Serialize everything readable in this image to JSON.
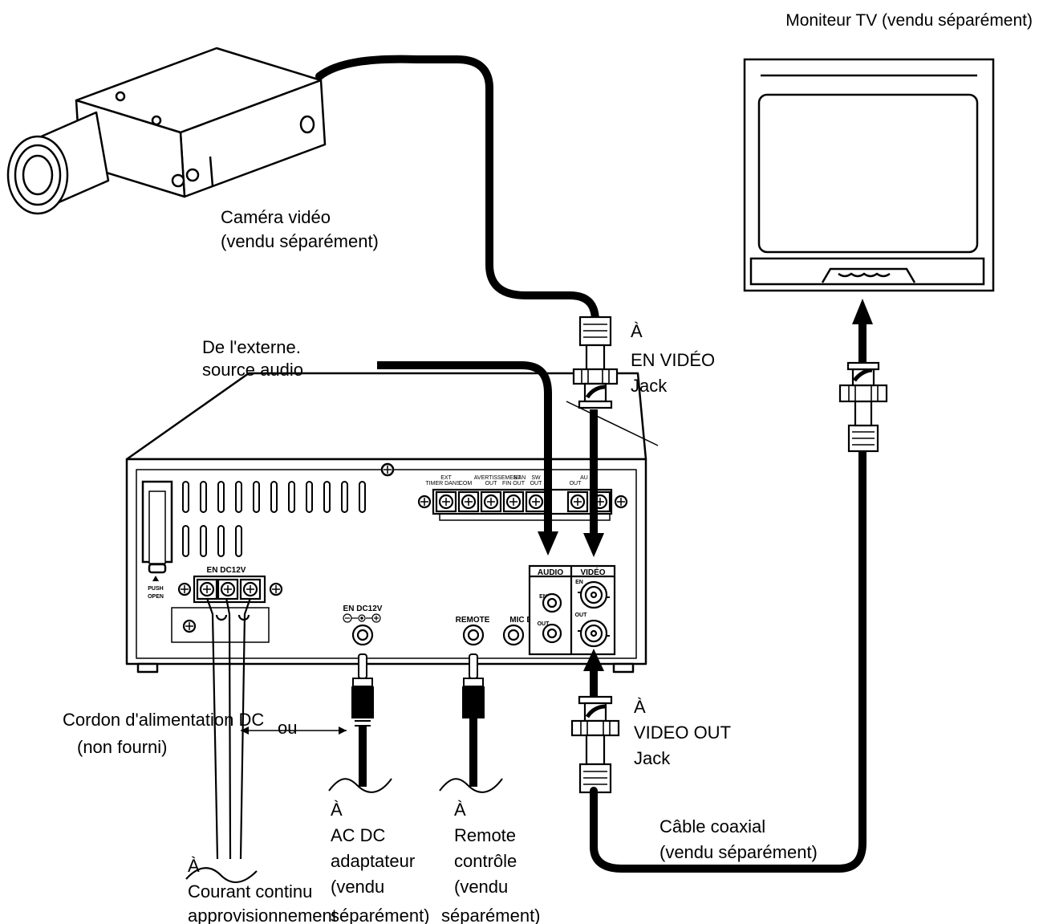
{
  "monitor": {
    "label": "Moniteur TV (vendu séparément)"
  },
  "camera": {
    "label_line1": "Caméra vidéo",
    "label_line2": "(vendu séparément)"
  },
  "audio_source": {
    "line1": "De l'externe.",
    "line2": "source audio"
  },
  "video_in_callout": {
    "line1": "À",
    "line2": "EN VIDÉO",
    "line3": "Jack"
  },
  "video_out_callout": {
    "line1": "À",
    "line2": "VIDEO OUT",
    "line3": "Jack"
  },
  "coax": {
    "line1": "Câble coaxial",
    "line2": "(vendu séparément)"
  },
  "dc_cord": {
    "line1": "Cordon d'alimentation DC",
    "line2": "(non fourni)",
    "or": "ou"
  },
  "dc_supply": {
    "line1": "À",
    "line2": "Courant continu",
    "line3": "approvisionnement"
  },
  "ac_adapter": {
    "line1": "À",
    "line2": "AC DC",
    "line3": "adaptateur",
    "line4": "(vendu",
    "line5": "séparément)"
  },
  "remote": {
    "line1": "À",
    "line2": "Remote",
    "line3": "contrôle",
    "line4": "(vendu",
    "line5": "séparément)"
  },
  "panel": {
    "terminals": {
      "ext_timer": [
        "EXT",
        "TIMER DANS"
      ],
      "com": "COM",
      "warning_out": [
        "AVERTISSEMENT",
        "OUT"
      ],
      "end_out": [
        "BAN",
        "FIN OUT"
      ],
      "sw_out": [
        "SW",
        "OUT"
      ],
      "au_out": [
        "AU",
        "OUT"
      ]
    },
    "push_open": [
      "PUSH",
      "OPEN"
    ],
    "dc12v_terminal": "EN DC12V",
    "dc12v_jack": "EN DC12V",
    "remote_jack": "REMOTE",
    "mic_jack": "MIC DANS",
    "audio_header": "AUDIO",
    "video_header": "VIDÉO",
    "audio_in": "EN",
    "audio_out": "OUT",
    "video_in": "EN",
    "video_out": "OUT"
  }
}
